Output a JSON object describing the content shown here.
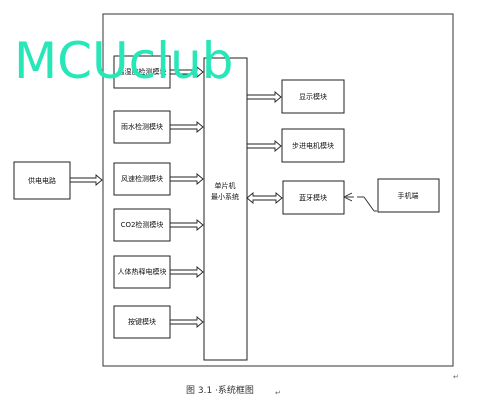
{
  "watermark": "MCUclub",
  "blocks": {
    "power": "供电电路",
    "temp_humidity": "温湿度检测模块",
    "rain": "雨水检测模块",
    "wind": "风速检测模块",
    "co2": "CO2检测模块",
    "pir": "人体热释电模块",
    "keys": "按键模块",
    "mcu_line1": "单片机",
    "mcu_line2": "最小系统",
    "display": "显示模块",
    "stepper": "步进电机模块",
    "bluetooth": "蓝牙模块",
    "phone": "手机端"
  },
  "caption": "图 3.1 ·系统框图",
  "para_mark": "↵",
  "colors": {
    "watermark": "#27e6b8",
    "line": "#222222"
  }
}
